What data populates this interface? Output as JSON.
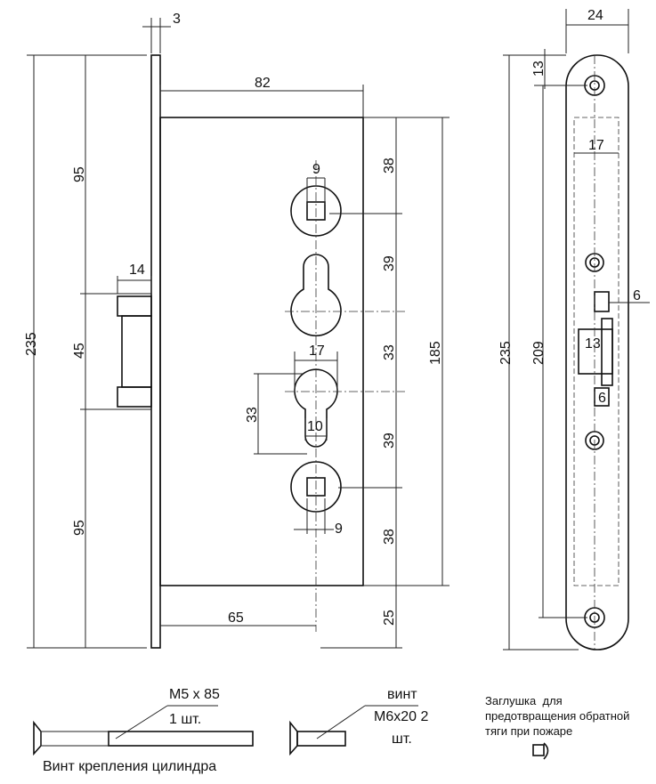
{
  "front_view": {
    "dims": {
      "plate_thickness": "3",
      "body_width": "82",
      "total_height": "235",
      "upper_to_latch": "95",
      "latch_height": "45",
      "lower_from_latch": "95",
      "latch_depth": "14",
      "top_hole_width": "9",
      "cyl_width": "17",
      "cyl_height": "33",
      "cyl_slot": "10",
      "bottom_hole_width": "9",
      "backset": "65",
      "s1": "38",
      "s2": "39",
      "s3": "33",
      "s4": "39",
      "s5": "38",
      "s6": "25",
      "body_height": "185"
    }
  },
  "side_view": {
    "dims": {
      "width": "24",
      "top_hole": "13",
      "inner_width": "17",
      "latch_proj": "6",
      "latch_width": "13",
      "small_latch": "6",
      "total_height": "235",
      "hole_spacing": "209"
    }
  },
  "accessories": {
    "screw1_size": "M5 x 85",
    "screw1_qty": "1 шт.",
    "screw1_caption": "Винт крепления цилиндра",
    "screw2_title": "винт",
    "screw2_size": "M6x20 2",
    "screw2_qty": "шт.",
    "plug_note_1": "Заглушка  для",
    "plug_note_2": "предотвращения обратной",
    "plug_note_3": "тяги при пожаре"
  }
}
